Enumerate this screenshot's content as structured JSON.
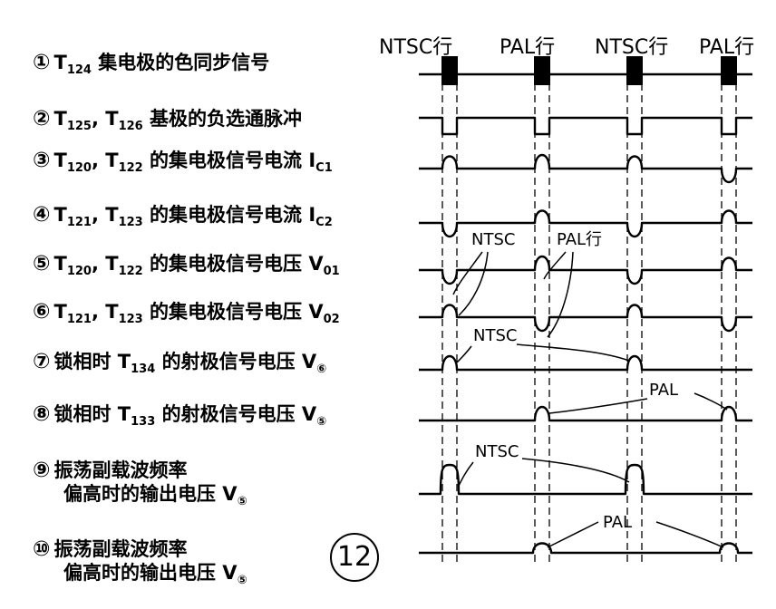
{
  "headers": [
    "NTSC行",
    "PAL行",
    "NTSC行",
    "PAL行"
  ],
  "rows": [
    {
      "num": "①",
      "pre": "T",
      "sub": "124",
      "mid": "",
      "sub2": "",
      "post": "  集电极的色同步信号",
      "sub3": ""
    },
    {
      "num": "②",
      "pre": "T",
      "sub": "125",
      "mid": ", T",
      "sub2": "126",
      "post": "  基极的负选通脉冲",
      "sub3": ""
    },
    {
      "num": "③",
      "pre": "T",
      "sub": "120",
      "mid": ", T",
      "sub2": "122",
      "post": " 的集电极信号电流 I",
      "sub3": "C1"
    },
    {
      "num": "④",
      "pre": "T",
      "sub": "121",
      "mid": ", T",
      "sub2": "123",
      "post": "  的集电极信号电流 I",
      "sub3": "C2"
    },
    {
      "num": "⑤",
      "pre": "T",
      "sub": "120",
      "mid": ", T",
      "sub2": "122",
      "post": " 的集电极信号电压 V",
      "sub3": "01"
    },
    {
      "num": "⑥",
      "pre": "T",
      "sub": "121",
      "mid": ", T",
      "sub2": "123",
      "post": " 的集电极信号电压 V",
      "sub3": "02"
    },
    {
      "num": "⑦",
      "pre": "锁相时 T",
      "sub": "134",
      "mid": "",
      "sub2": "",
      "post": " 的射极信号电压 V",
      "sub3": "⑥"
    },
    {
      "num": "⑧",
      "pre": "锁相时 T",
      "sub": "133",
      "mid": "",
      "sub2": "",
      "post": " 的射极信号电压 V",
      "sub3": "⑤"
    },
    {
      "num": "⑨",
      "pre": "振荡副载波频率",
      "sub": "",
      "mid": "",
      "sub2": "",
      "post": "",
      "sub3": "",
      "line2": "偏高时的输出电压 V",
      "line2sub": "⑤"
    },
    {
      "num": "⑩",
      "pre": "振荡副载波频率",
      "sub": "",
      "mid": "",
      "sub2": "",
      "post": "",
      "sub3": "",
      "line2": "偏高时的输出电压 V",
      "line2sub": "⑤"
    }
  ],
  "annotations": [
    "NTSC",
    "PAL行",
    "NTSC",
    "PAL",
    "NTSC",
    "PAL"
  ],
  "figure_number": "12"
}
